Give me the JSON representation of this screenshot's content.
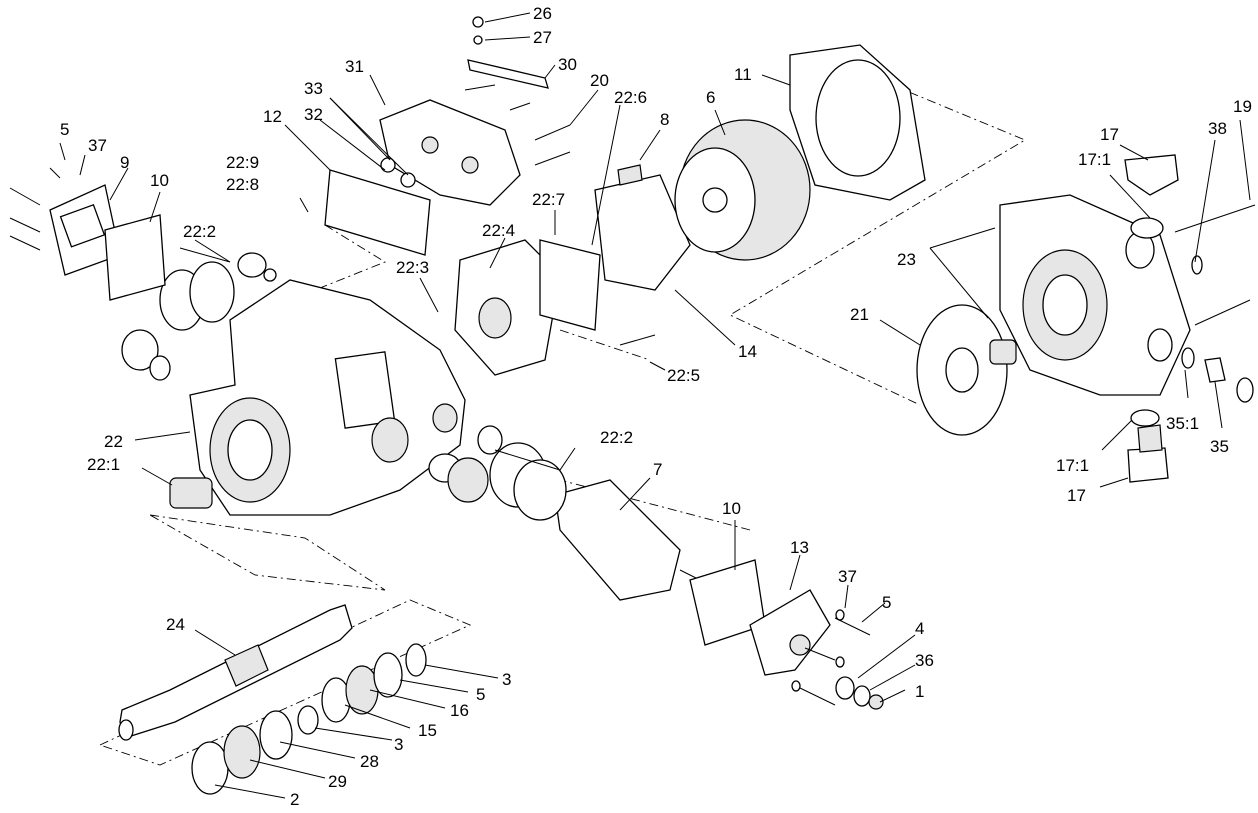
{
  "labels": {
    "l26": "26",
    "l27": "27",
    "l30": "30",
    "l31": "31",
    "l33": "33",
    "l32": "32",
    "l20": "20",
    "l22_6": "22:6",
    "l8": "8",
    "l6": "6",
    "l11": "11",
    "l12": "12",
    "l22_9": "22:9",
    "l22_8": "22:8",
    "l5a": "5",
    "l37a": "37",
    "l9": "9",
    "l10a": "10",
    "l22_2a": "22:2",
    "l22_3": "22:3",
    "l22_4": "22:4",
    "l22_7": "22:7",
    "l14": "14",
    "l22_5": "22:5",
    "l17a": "17",
    "l17_1a": "17:1",
    "l38": "38",
    "l19": "19",
    "l23": "23",
    "l21": "21",
    "l35_1": "35:1",
    "l35": "35",
    "l17_1b": "17:1",
    "l17b": "17",
    "l22": "22",
    "l22_1": "22:1",
    "l22_2b": "22:2",
    "l7": "7",
    "l10b": "10",
    "l13": "13",
    "l37b": "37",
    "l5b": "5",
    "l4": "4",
    "l36": "36",
    "l1": "1",
    "l24": "24",
    "l3a": "3",
    "l5c": "5",
    "l16": "16",
    "l15": "15",
    "l3b": "3",
    "l28": "28",
    "l29": "29",
    "l2": "2"
  }
}
